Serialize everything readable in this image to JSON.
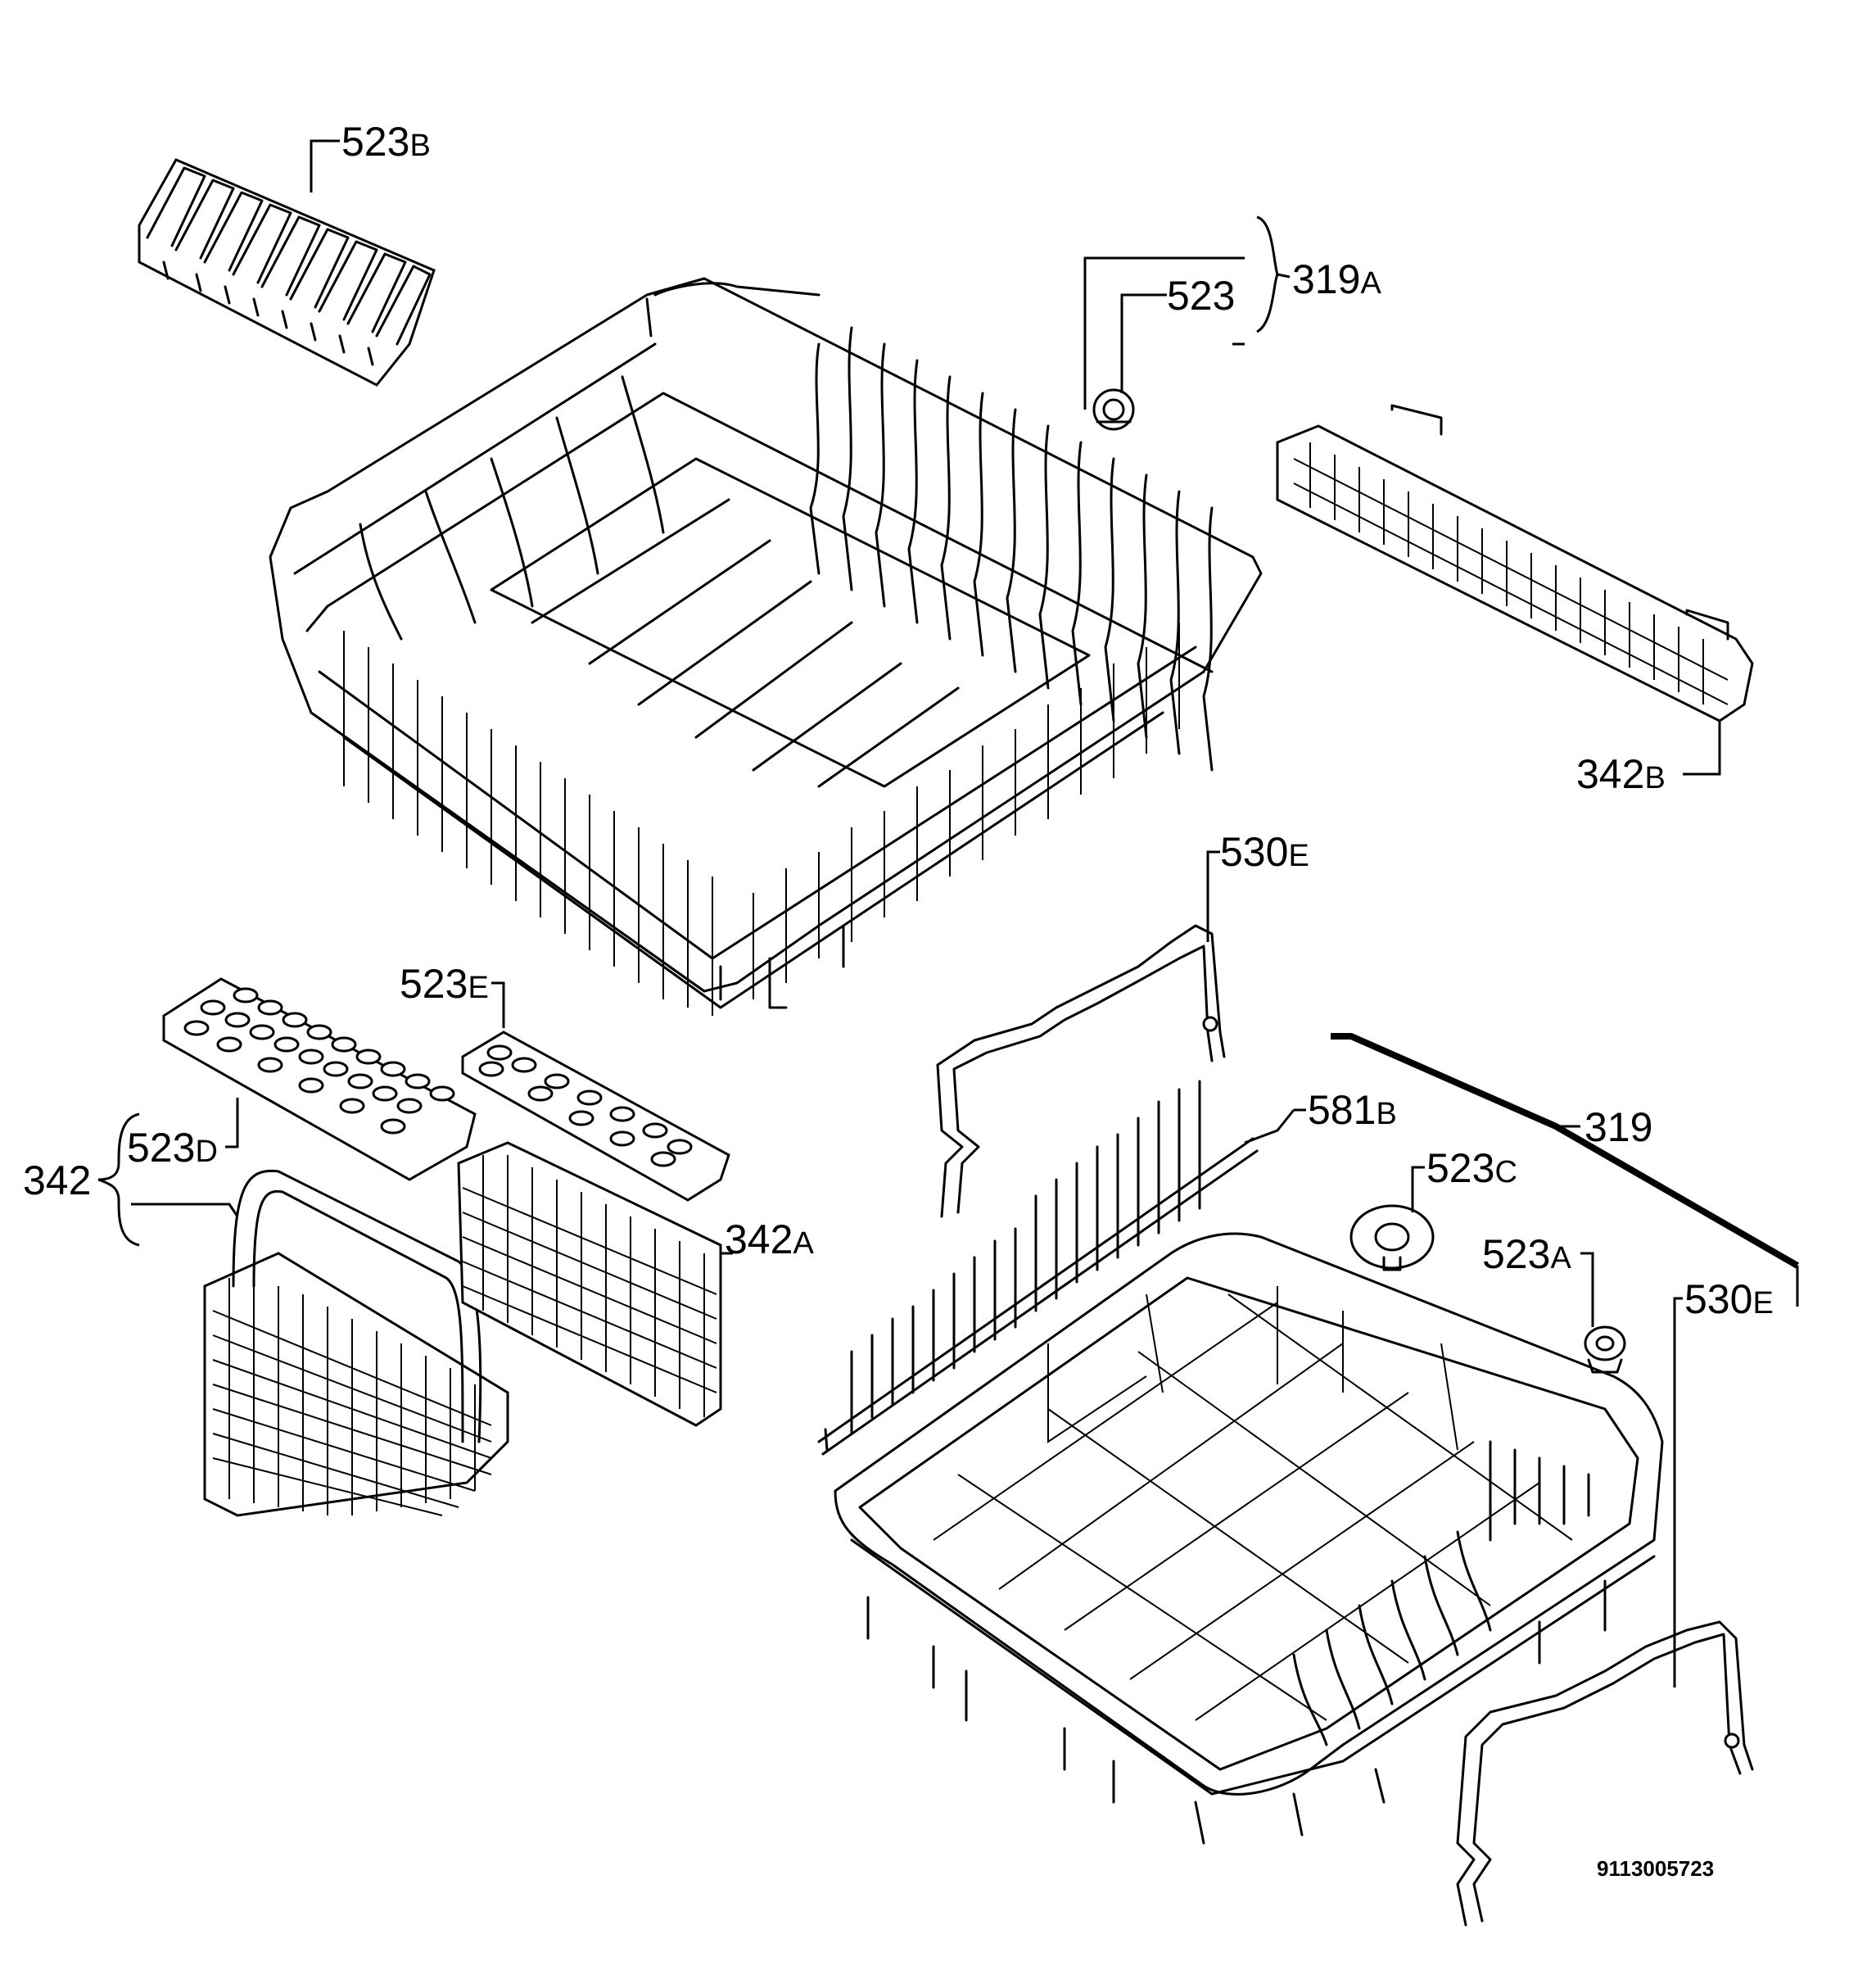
{
  "labels": {
    "p523b": {
      "num": "523",
      "suf": "B"
    },
    "p523": {
      "num": "523",
      "suf": ""
    },
    "p319a": {
      "num": "319",
      "suf": "A"
    },
    "p342b": {
      "num": "342",
      "suf": "B"
    },
    "p530e_top": {
      "num": "530",
      "suf": "E"
    },
    "p523e": {
      "num": "523",
      "suf": "E"
    },
    "p581b": {
      "num": "581",
      "suf": "B"
    },
    "p319": {
      "num": "319",
      "suf": ""
    },
    "p523c": {
      "num": "523",
      "suf": "C"
    },
    "p342": {
      "num": "342",
      "suf": ""
    },
    "p523d": {
      "num": "523",
      "suf": "D"
    },
    "p342a": {
      "num": "342",
      "suf": "A"
    },
    "p523a": {
      "num": "523",
      "suf": "A"
    },
    "p530e_right": {
      "num": "530",
      "suf": "E"
    }
  },
  "document_number": "9113005723"
}
